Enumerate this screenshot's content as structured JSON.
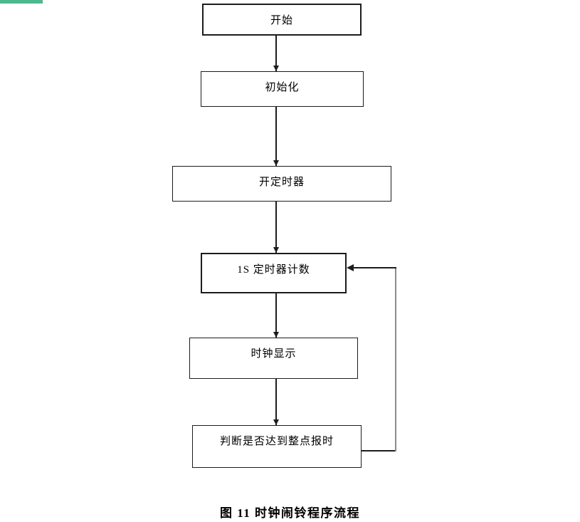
{
  "colors": {
    "accent_bar": "#4fb98e",
    "line": "#1c1c1c",
    "loop_vertical": "#8a8a8a",
    "background": "#ffffff",
    "text": "#000000"
  },
  "flowchart": {
    "nodes": [
      {
        "id": "start",
        "label": "开始"
      },
      {
        "id": "init",
        "label": "初始化"
      },
      {
        "id": "open-timer",
        "label": "开定时器"
      },
      {
        "id": "timer-count",
        "label": "1S 定时器计数"
      },
      {
        "id": "clock-display",
        "label": "时钟显示"
      },
      {
        "id": "judge-chime",
        "label": "判断是否达到整点报时"
      }
    ],
    "edges": [
      {
        "from": "start",
        "to": "init",
        "type": "arrow-down"
      },
      {
        "from": "init",
        "to": "open-timer",
        "type": "arrow-down"
      },
      {
        "from": "open-timer",
        "to": "timer-count",
        "type": "arrow-down"
      },
      {
        "from": "timer-count",
        "to": "clock-display",
        "type": "arrow-down"
      },
      {
        "from": "clock-display",
        "to": "judge-chime",
        "type": "arrow-down"
      },
      {
        "from": "judge-chime",
        "to": "timer-count",
        "type": "feedback-loop-right"
      }
    ],
    "caption": "图 11 时钟闹铃程序流程"
  }
}
